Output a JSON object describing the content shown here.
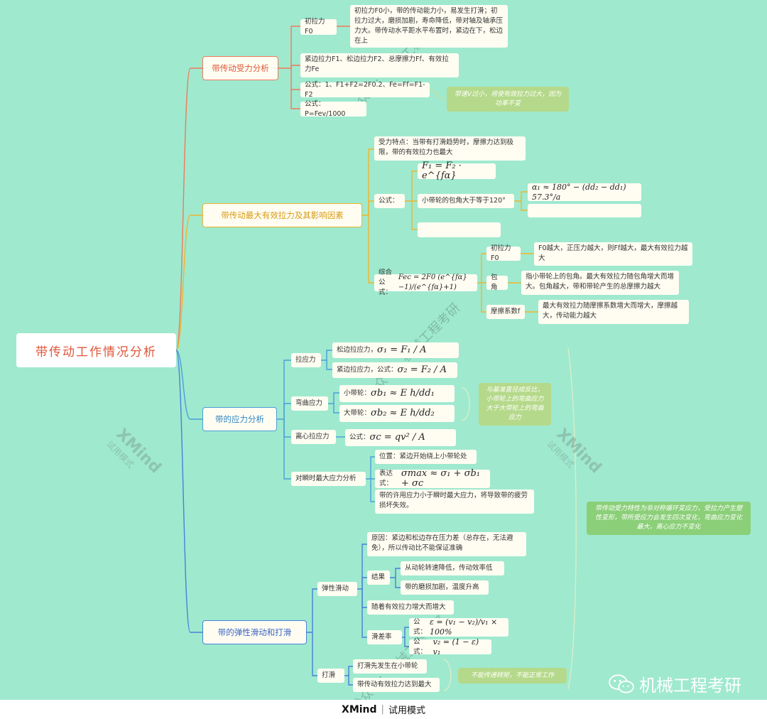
{
  "root": "带传动工作情况分析",
  "colors": {
    "bg": "#9fe9cf",
    "branch1": "#ef7a5a",
    "branch2": "#f1b52b",
    "branch3": "#4a9fd8",
    "branch4": "#4a7fd8",
    "note": "#b5d98a",
    "note2": "#8bcf78"
  },
  "branch1": {
    "title": "带传动受力分析",
    "a_label": "初拉力F0",
    "a_text": "初拉力F0小，带的传动能力小，易发生打滑；初拉力过大，磨损加剧，寿命降低，带对轴及轴承压力大。带传动水平距水平布置时，紧边在下，松边在上",
    "b_text": "紧边拉力F1、松边拉力F2、总摩擦力Ff、有效拉力Fe",
    "c_text": "公式：1、F1+F2=2F0.2、Fe=Ff=F1-F2",
    "d_text": "公式：P=Fev/1000",
    "note": "带速V过小，将使有效拉力过大，因为功率不变"
  },
  "branch2": {
    "title": "带传动最大有效拉力及其影响因素",
    "feature": "受力特点：当带有打滑趋势时，摩擦力达到极限，带的有效拉力也最大",
    "formula_label": "公式：",
    "formula1": "F₁ = F₂ · e^{fα}",
    "angle_label": "小带轮的包角大于等于120°",
    "angle_formula": "α₁ ≈ 180° − (dd₂ − dd₁) 57.3°/a",
    "combined_label": "综合公式：",
    "combined_formula": "Fec = 2F0 (e^{fα}−1)/(e^{fα}+1)",
    "f0_label": "初拉力F0",
    "f0_text": "F0越大，正压力越大，则Ff越大，最大有效拉力越大",
    "wrap_label": "包角",
    "wrap_text": "指小带轮上的包角。最大有效拉力随包角增大而增大。包角越大，带和带轮产生的总摩擦力越大",
    "fric_label": "摩擦系数f",
    "fric_text": "最大有效拉力随摩擦系数增大而增大，摩擦越大，传动能力越大"
  },
  "branch3": {
    "title": "带的应力分析",
    "tension": "拉应力",
    "loose": "松边拉应力，",
    "loose_f": "σ₁ = F₁ / A",
    "tight": "紧边拉应力，公式：",
    "tight_f": "σ₂ = F₂ / A",
    "bend": "弯曲应力",
    "small": "小带轮：",
    "small_f": "σb₁ ≈ E h/dd₁",
    "large": "大带轮：",
    "large_f": "σb₂ ≈ E h/dd₂",
    "bend_note": "与基准直径成反比，小带轮上的弯曲应力大于大带轮上的弯曲应力",
    "centri": "离心拉应力",
    "centri_label": "公式：",
    "centri_f": "σc = qv² / A",
    "max": "对瞬时最大应力分析",
    "pos": "位置：紧边开始绕上小带轮处",
    "expr_label": "表达式：",
    "expr_f": "σmax ≈ σ₁ + σb₁ + σc",
    "allow": "带的许用应力小于瞬时最大应力，将导致带的疲劳损坏失效。",
    "big_note": "带传动受力特性为非对称循环变应力，受拉力产生塑性变形，带所受应力会发生四次变化，弯曲应力变化最大，离心应力不变化"
  },
  "branch4": {
    "title": "带的弹性滑动和打滑",
    "elastic": "弹性滑动",
    "reason": "原因：紧边和松边存在压力差（总存在，无法避免），所以传动比不能保证准确",
    "result": "结果",
    "result1": "从动轮转速降低，传动效率低",
    "result2": "带的磨损加剧，温度升高",
    "grow": "随着有效拉力增大而增大",
    "slip": "滑差率",
    "slip_label1": "公式：",
    "slip_f1": "ε = (v₁ − v₂)/v₁ × 100%",
    "slip_label2": "公式：",
    "slip_f2": "v₂ = (1 − ε) v₁",
    "skid": "打滑",
    "skid1": "打滑先发生在小带轮",
    "skid2": "带传动有效拉力达到最大",
    "skid_note": "不能传递转矩，不能正常工作"
  },
  "watermark": "公众号：机械工程考研",
  "xmind_brand": "XMind",
  "xmind_trial": "试用模式",
  "footer_brand": "XMind",
  "footer_trial": "试用模式",
  "wechat_label": "机械工程考研"
}
